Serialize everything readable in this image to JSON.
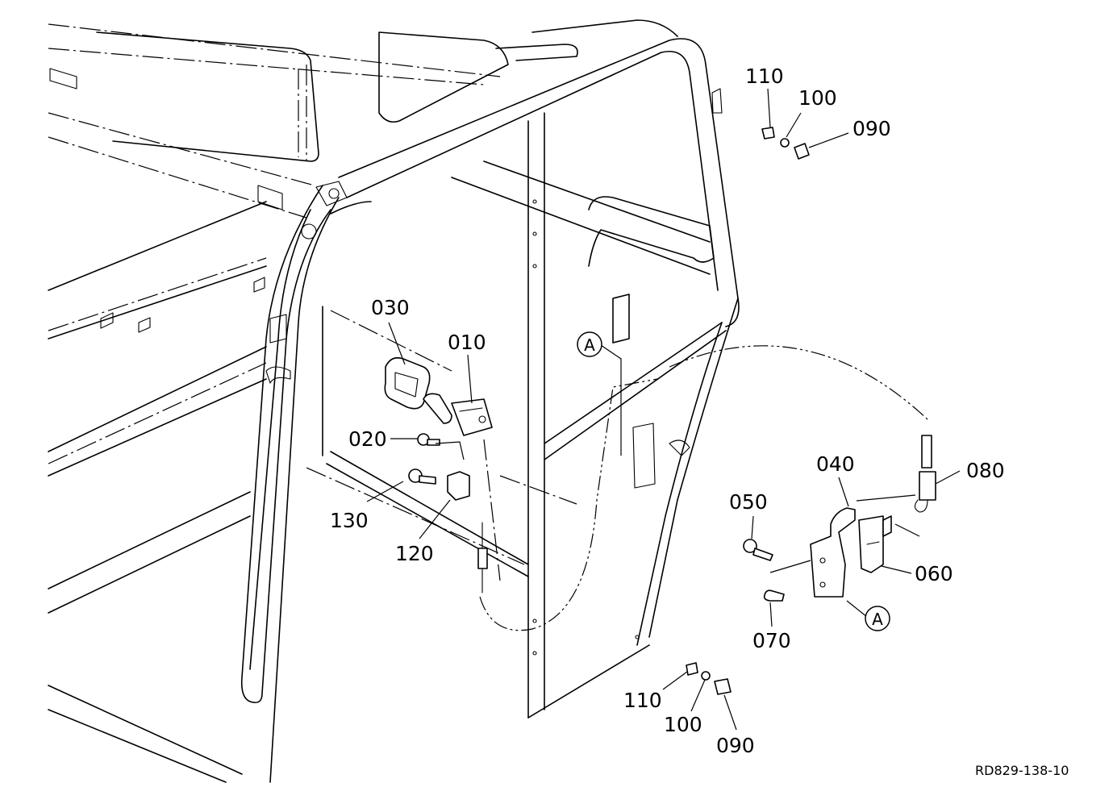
{
  "diagram": {
    "reference_code": "RD829-138-10",
    "callout_letter": "A",
    "part_labels": {
      "p010": "010",
      "p020": "020",
      "p030": "030",
      "p040": "040",
      "p050": "050",
      "p060": "060",
      "p070": "070",
      "p080": "080",
      "p090_top": "090",
      "p090_bottom": "090",
      "p100_top": "100",
      "p100_bottom": "100",
      "p110_top": "110",
      "p110_bottom": "110",
      "p120": "120",
      "p130": "130"
    }
  }
}
